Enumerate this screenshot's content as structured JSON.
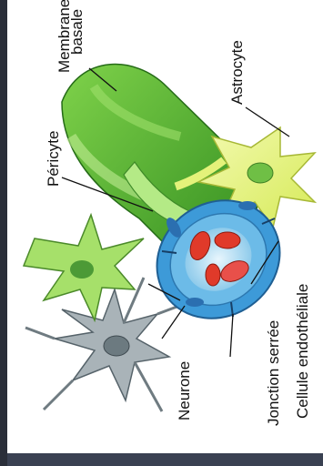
{
  "labels": {
    "membrane_line1": "Membrane",
    "membrane_line2": "basale",
    "astrocyte": "Astrocyte",
    "pericyte": "Péricyte",
    "cellule_endotheliale": "Cellule endothéliale",
    "jonction_serree": "Jonction serrée",
    "neurone": "Neurone"
  },
  "colors": {
    "background": "#ffffff",
    "frame": "#2b2f3a",
    "basal_membrane": "#3f9f2a",
    "astrocyte": "#e4f27a",
    "pericyte": "#9fe07a",
    "endothelium": "#4aa8e0",
    "lumen": "#bfe3f5",
    "red_blood_cells": "#e03a2a",
    "neuron": "#9aa6ab"
  }
}
